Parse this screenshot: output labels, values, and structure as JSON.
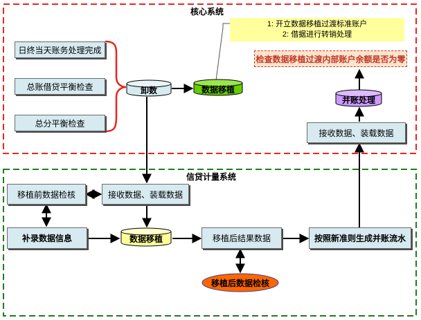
{
  "regions": {
    "core": {
      "title": "核心系统",
      "border_color": "#e8251f"
    },
    "credit": {
      "title": "信贷计量系统",
      "border_color": "#1f7a1f"
    }
  },
  "core_system": {
    "checks": [
      "日终当天账务处理完成",
      "总账借贷平衡检查",
      "总分平衡检查"
    ],
    "unload": "卸数",
    "data_migration": "数据移植",
    "note_lines": [
      "1: 开立数据移植过渡标准账户",
      "2: 借据进行转销处理"
    ],
    "balance_check": "检查数据移植过渡内部账户余额是否为零",
    "merge_accounts": "并账处理",
    "receive_load": "接收数据、装载数据"
  },
  "credit_system": {
    "pre_migration_check": "移植前数据检核",
    "receive_load": "接收数据、装载数据",
    "supplement_info": "补录数据信息",
    "data_migration": "数据移植",
    "post_migration_result": "移植后结果数据",
    "generate_flow": "按照新准则生成并账流水",
    "post_migration_check": "移植后数据检核"
  },
  "colors": {
    "box_fill": "#d6eaf0",
    "green_cylinder": "#66cc00",
    "blue_cylinder": "#d6eaf0",
    "yellow_cylinder": "#ffff99",
    "purple_cylinder": "#cc99ff",
    "orange_ellipse": "#ff6600",
    "note_fill": "#ffff9c",
    "alert_fill": "#fde4cc",
    "alert_text": "#c0392b",
    "brace": "#e8251f"
  }
}
